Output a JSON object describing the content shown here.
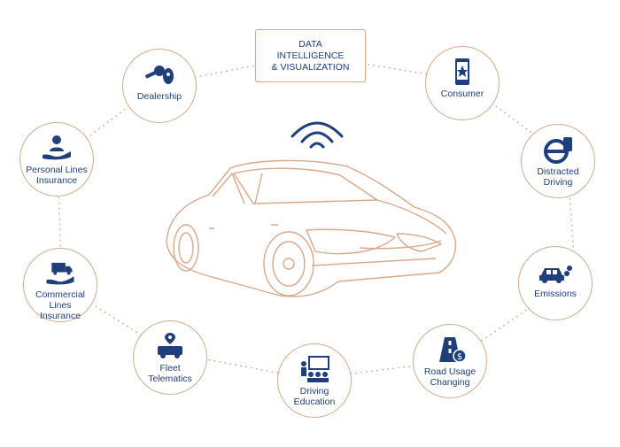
{
  "center": {
    "title": "DATA\nINTELLIGENCE\n& VISUALIZATION"
  },
  "nodes": [
    {
      "id": "dealership",
      "label": "Dealership",
      "icon": "car-keys-icon"
    },
    {
      "id": "consumer",
      "label": "Consumer",
      "icon": "smartphone-icon"
    },
    {
      "id": "personal-lines",
      "label": "Personal Lines\nInsurance",
      "icon": "person-in-hand-icon"
    },
    {
      "id": "distracted-driving",
      "label": "Distracted\nDriving",
      "icon": "steering-wheel-phone-icon"
    },
    {
      "id": "commercial-lines",
      "label": "Commercial\nLines\nInsurance",
      "icon": "truck-in-hand-icon"
    },
    {
      "id": "emissions",
      "label": "Emissions",
      "icon": "car-exhaust-icon"
    },
    {
      "id": "fleet-telematics",
      "label": "Fleet\nTelematics",
      "icon": "van-location-icon"
    },
    {
      "id": "road-usage",
      "label": "Road Usage\nChanging",
      "icon": "road-dollar-icon"
    },
    {
      "id": "driving-education",
      "label": "Driving\nEducation",
      "icon": "classroom-icon"
    }
  ],
  "colors": {
    "accent": "#d7a98c",
    "icon": "#1f3f7a",
    "car": "#d9a88a"
  }
}
